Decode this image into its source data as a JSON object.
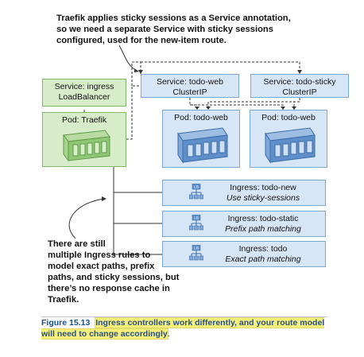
{
  "annotations": {
    "top": [
      "Traefik applies sticky sessions as a Service annotation,",
      "so we need a separate Service with sticky sessions",
      "configured, used for the new-item route."
    ],
    "bottom": [
      "There are still",
      "multiple Ingress rules to",
      "model exact paths, prefix",
      "paths, and sticky sessions, but",
      "there’s no response cache in Traefik."
    ]
  },
  "services": {
    "ingress": {
      "line1": "Service: ingress",
      "line2": "LoadBalancer"
    },
    "web": {
      "line1": "Service: todo-web",
      "line2": "ClusterIP"
    },
    "sticky": {
      "line1": "Service: todo-sticky",
      "line2": "ClusterIP"
    }
  },
  "pods": {
    "traefik": "Pod: Traefik",
    "web1": "Pod: todo-web",
    "web2": "Pod: todo-web"
  },
  "ingresses": [
    {
      "title": "Ingress: todo-new",
      "subtitle": "Use sticky-sessions"
    },
    {
      "title": "Ingress: todo-static",
      "subtitle": "Prefix path matching"
    },
    {
      "title": "Ingress: todo",
      "subtitle": "Exact path matching"
    }
  ],
  "icon_label": "LB",
  "caption": {
    "number": "Figure 15.13",
    "text": "Ingress controllers work differently, and your route model will need to change accordingly",
    "end": "."
  },
  "colors": {
    "green_fill": "#d7ecc9",
    "blue_fill": "#d7e6f6",
    "highlight": "#f5f07a"
  }
}
